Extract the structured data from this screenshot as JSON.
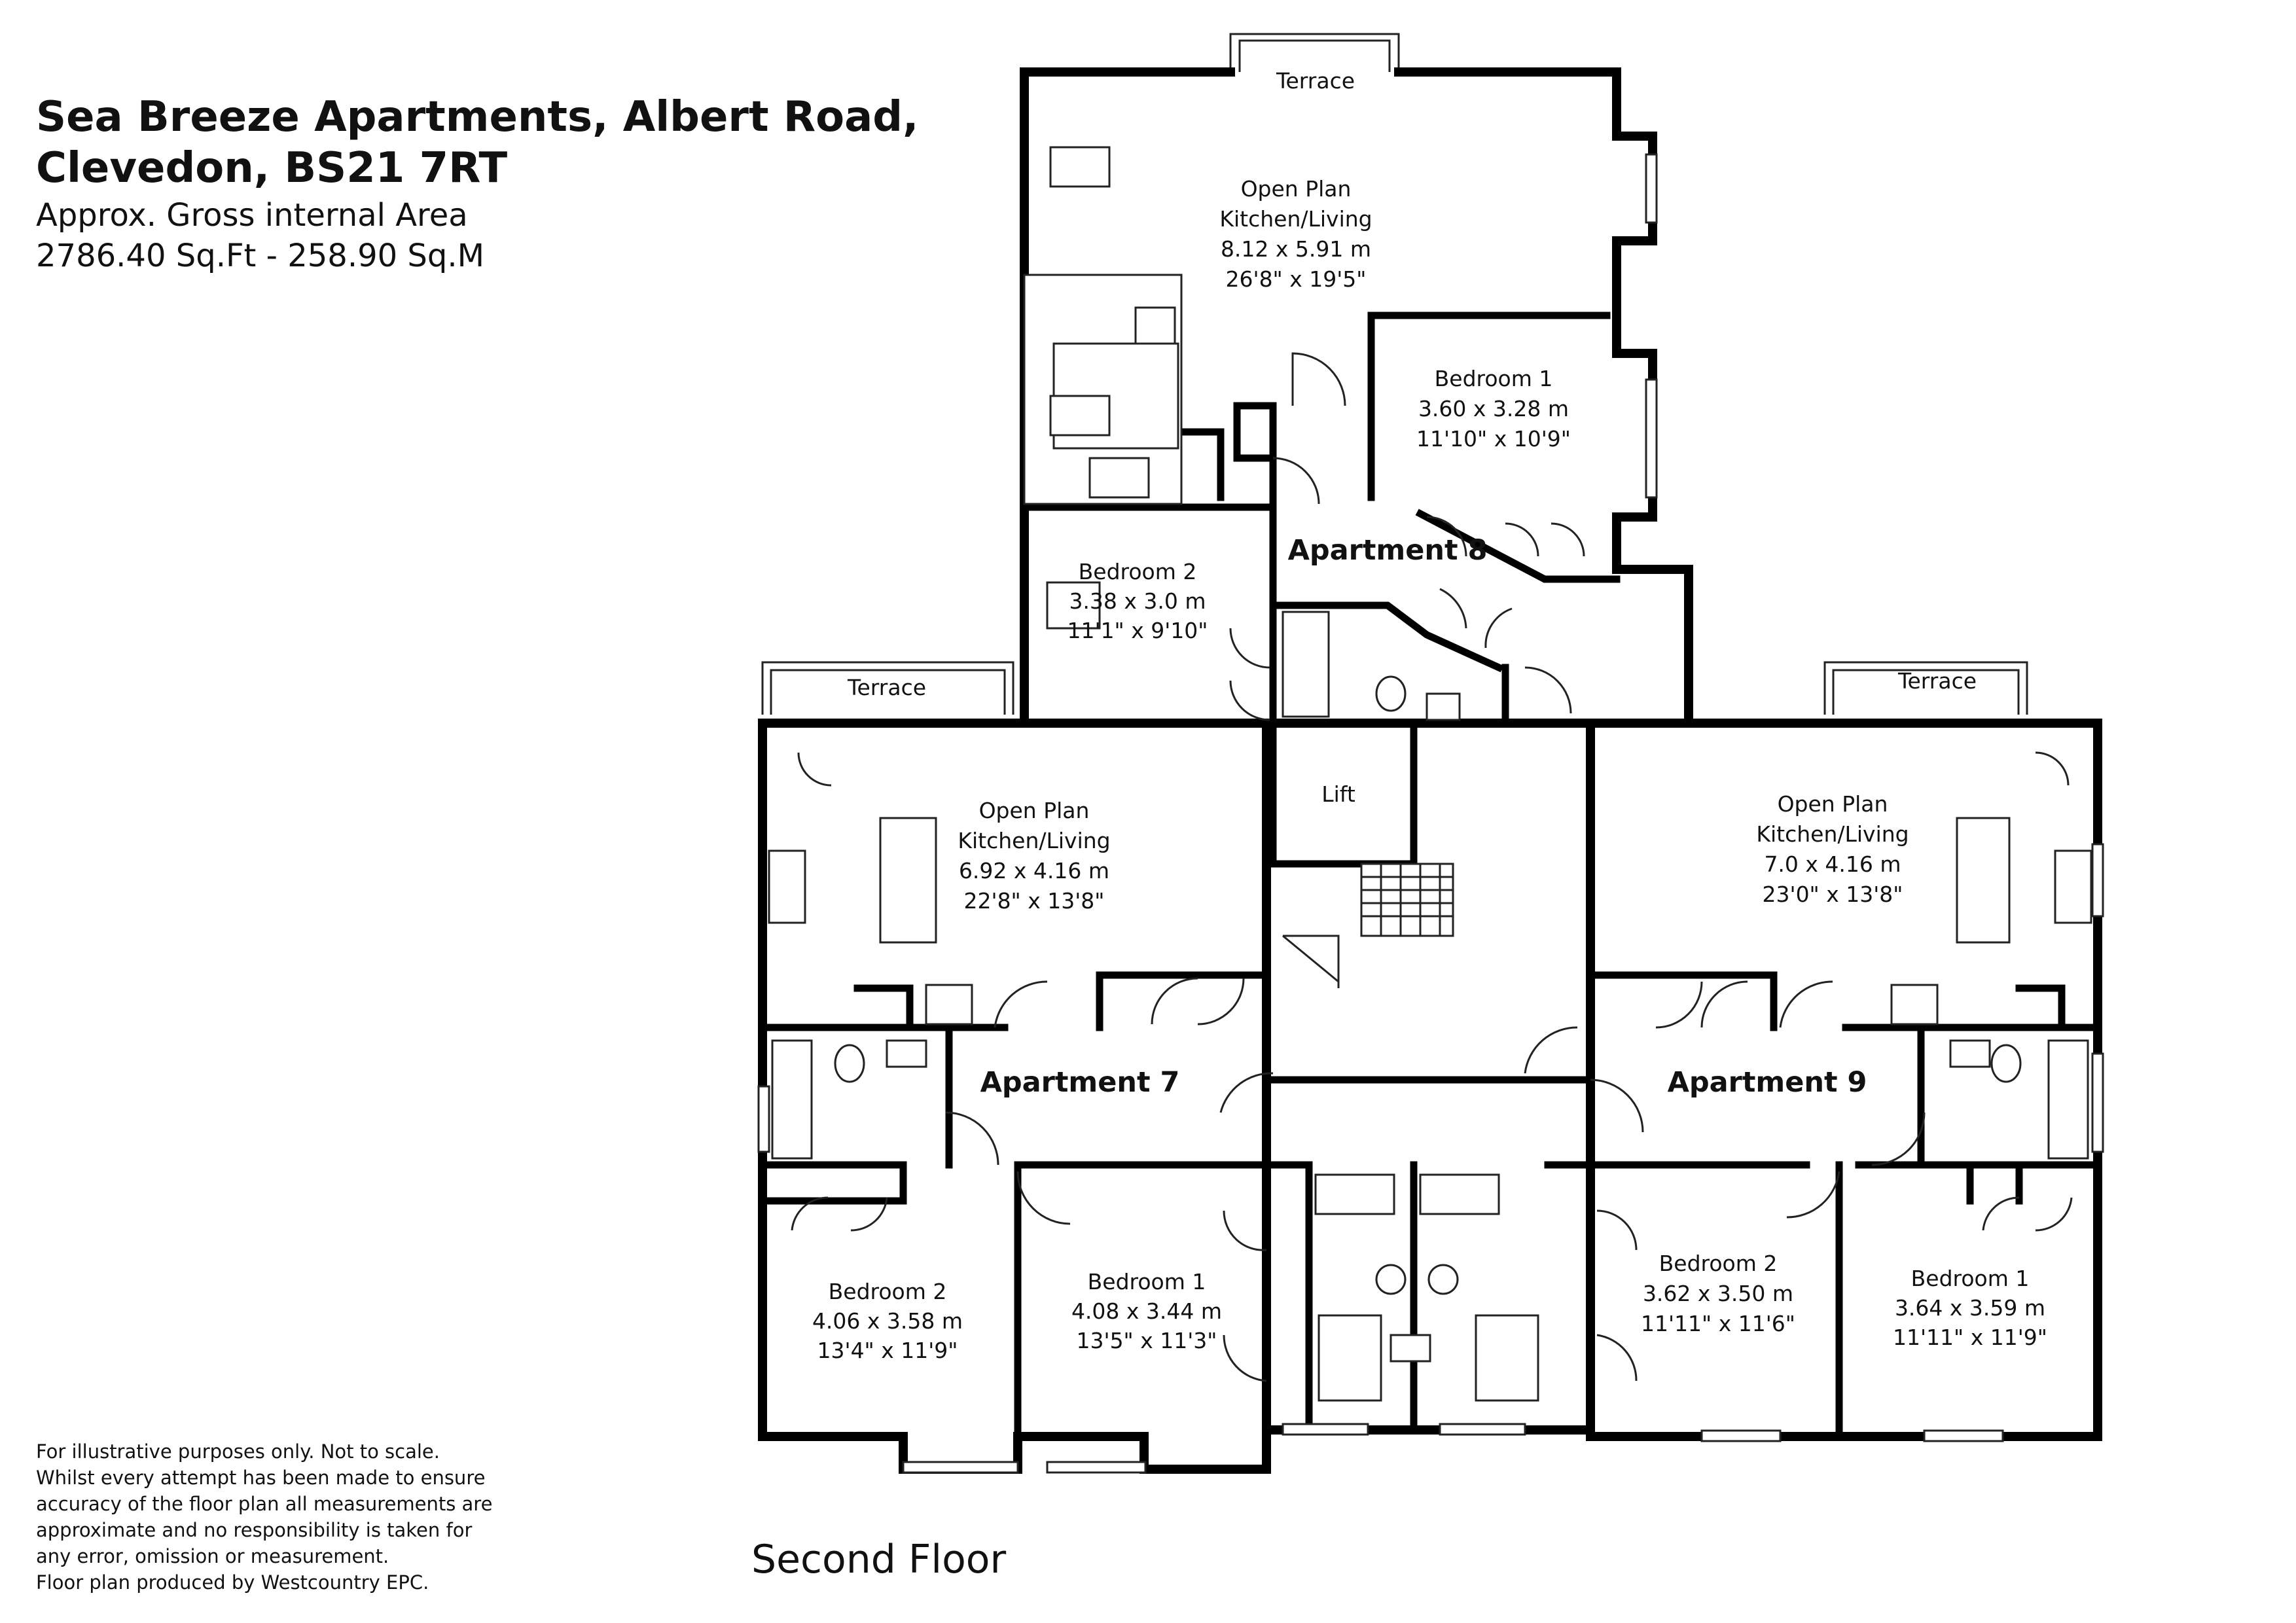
{
  "header": {
    "title_line1": "Sea Breeze Apartments, Albert Road,",
    "title_line2": "Clevedon, BS21 7RT",
    "area_line1": "Approx. Gross internal Area",
    "area_line2": "2786.40 Sq.Ft - 258.90 Sq.M"
  },
  "disclaimer": {
    "line1": "For illustrative purposes only. Not to scale.",
    "line2": "Whilst every attempt has been made to ensure",
    "line3": "accuracy of the floor plan all measurements are",
    "line4": "approximate and no responsibility is taken for",
    "line5": "any error, omission or measurement.",
    "line6": "Floor plan produced by Westcountry EPC."
  },
  "floor_name": "Second Floor",
  "apartments": {
    "a8": "Apartment 8",
    "a7": "Apartment 7",
    "a9": "Apartment 9"
  },
  "rooms": {
    "a8_terrace": "Terrace",
    "a8_living": {
      "line1": "Open Plan",
      "line2": "Kitchen/Living",
      "metric": "8.12 x 5.91 m",
      "imperial": "26'8\" x 19'5\""
    },
    "a8_bed1": {
      "name": "Bedroom 1",
      "metric": "3.60 x 3.28 m",
      "imperial": "11'10\" x 10'9\""
    },
    "a8_bed2": {
      "name": "Bedroom 2",
      "metric": "3.38 x 3.0 m",
      "imperial": "11'1\" x 9'10\""
    },
    "a7_terrace": "Terrace",
    "a7_living": {
      "line1": "Open Plan",
      "line2": "Kitchen/Living",
      "metric": "6.92 x 4.16 m",
      "imperial": "22'8\" x 13'8\""
    },
    "a7_bed2": {
      "name": "Bedroom 2",
      "metric": "4.06 x 3.58 m",
      "imperial": "13'4\" x 11'9\""
    },
    "a7_bed1": {
      "name": "Bedroom 1",
      "metric": "4.08 x 3.44 m",
      "imperial": "13'5\" x 11'3\""
    },
    "lift": "Lift",
    "a9_terrace": "Terrace",
    "a9_living": {
      "line1": "Open Plan",
      "line2": "Kitchen/Living",
      "metric": "7.0 x 4.16 m",
      "imperial": "23'0\" x 13'8\""
    },
    "a9_bed2": {
      "name": "Bedroom 2",
      "metric": "3.62 x 3.50 m",
      "imperial": "11'11\" x 11'6\""
    },
    "a9_bed1": {
      "name": "Bedroom 1",
      "metric": "3.64 x 3.59 m",
      "imperial": "11'11\" x 11'9\""
    }
  }
}
